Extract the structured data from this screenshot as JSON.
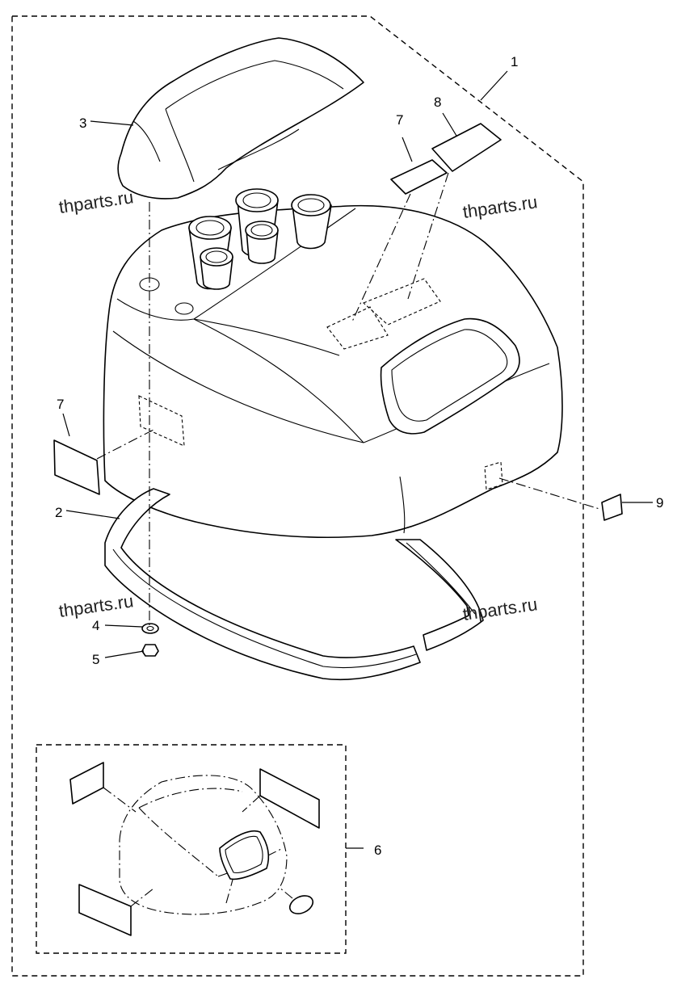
{
  "watermarks": [
    "thparts.ru",
    "thparts.ru",
    "thparts.ru",
    "thparts.ru"
  ],
  "callouts": {
    "c1": "1",
    "c2": "2",
    "c3": "3",
    "c4": "4",
    "c5": "5",
    "c6": "6",
    "c7a": "7",
    "c7b": "7",
    "c8": "8",
    "c9": "9"
  }
}
